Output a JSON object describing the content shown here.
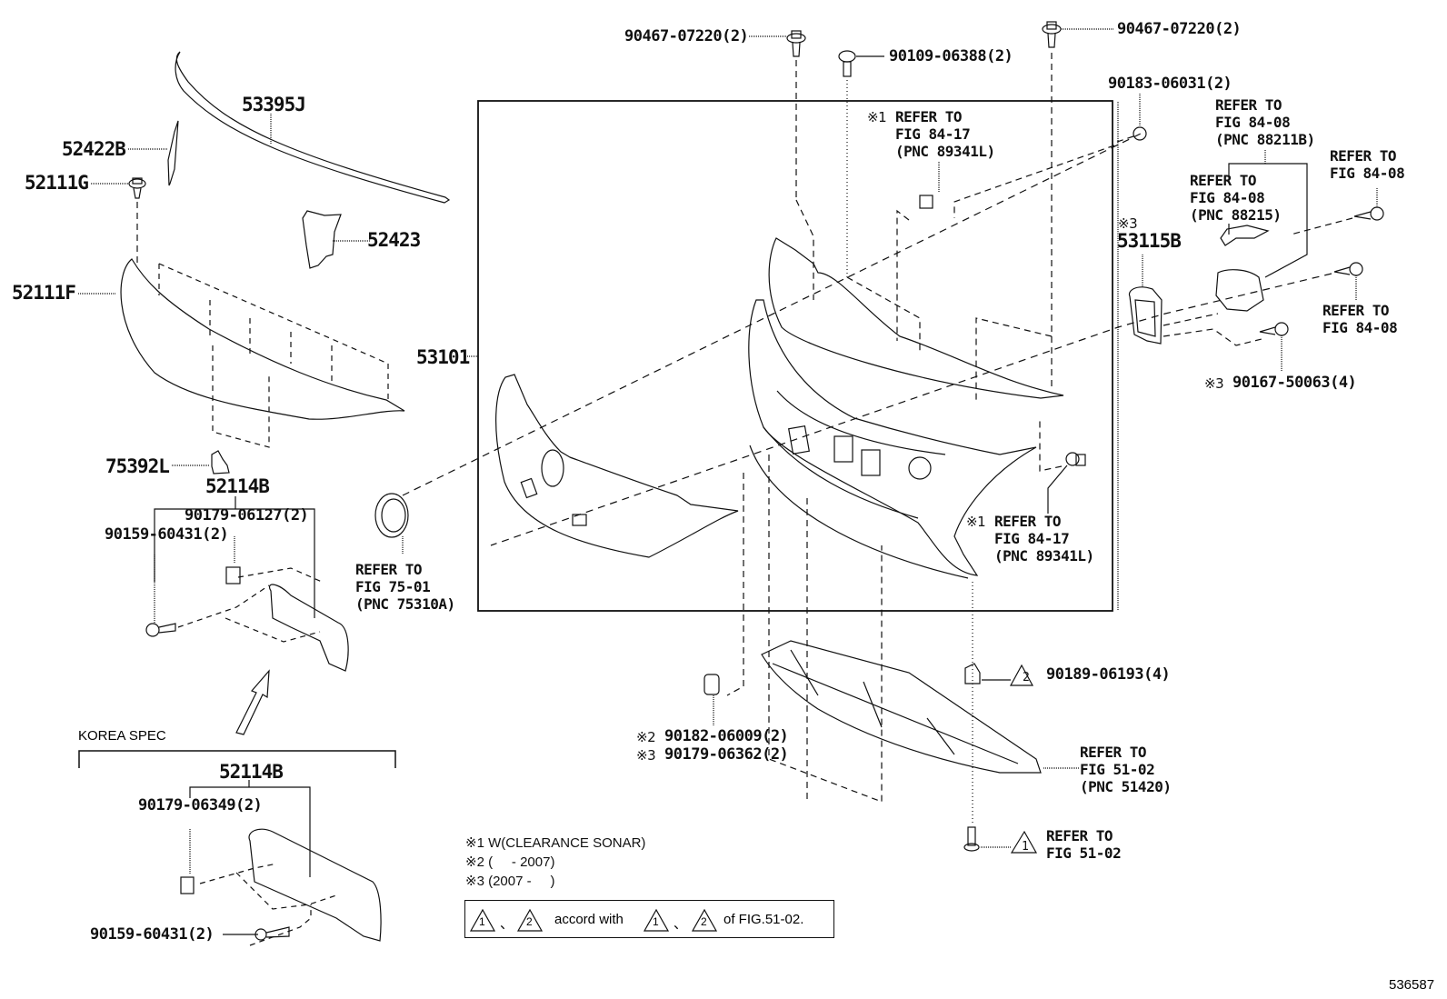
{
  "diagram": {
    "figure_number": "536587",
    "parts": {
      "p53395J": "53395J",
      "p52422B": "52422B",
      "p52111G": "52111G",
      "p52423": "52423",
      "p52111F": "52111F",
      "p75392L": "75392L",
      "p52114B_top": "52114B",
      "p90179_06127": "90179-06127(2)",
      "p90159_60431_top": "90159-60431(2)",
      "p53101": "53101",
      "p90467_07220_left": "90467-07220(2)",
      "p90109_06388": "90109-06388(2)",
      "p90467_07220_right": "90467-07220(2)",
      "p90183_06031": "90183-06031(2)",
      "p53115B": "53115B",
      "p90167_50063": "90167-50063(4)",
      "p90182_06009": "90182-06009(2)",
      "p90179_06362": "90179-06362(2)",
      "p90189_06193": "90189-06193(4)",
      "p52114B_korea": "52114B",
      "p90179_06349": "90179-06349(2)",
      "p90159_60431_korea": "90159-60431(2)"
    },
    "marks": {
      "m1": "※1",
      "m2": "※2",
      "m3": "※3",
      "tri1": "1",
      "tri2": "2"
    },
    "references": {
      "ref_sonar_top": "REFER TO\nFIG 84-17\n(PNC 89341L)",
      "ref_sonar_bottom": "REFER TO\nFIG 84-17\n(PNC 89341L)",
      "ref_88211B": "REFER TO\nFIG 84-08\n(PNC 88211B)",
      "ref_88215": "REFER TO\nFIG 84-08\n(PNC 88215)",
      "ref_8408_a": "REFER TO\nFIG 84-08",
      "ref_8408_b": "REFER TO\nFIG 84-08",
      "ref_emblem": "REFER TO\nFIG 75-01\n(PNC 75310A)",
      "ref_51420": "REFER TO\nFIG 51-02\n(PNC 51420)",
      "ref_5102": "REFER TO\nFIG 51-02"
    },
    "section_label": "KOREA SPEC",
    "notes": {
      "n1": "※1 W(CLEARANCE SONAR)",
      "n2": "※2 (     - 2007)",
      "n3": "※3 (2007 -     )"
    },
    "legend": {
      "sep": "、",
      "accord": "accord with",
      "of_fig": "of FIG.51-02."
    }
  }
}
